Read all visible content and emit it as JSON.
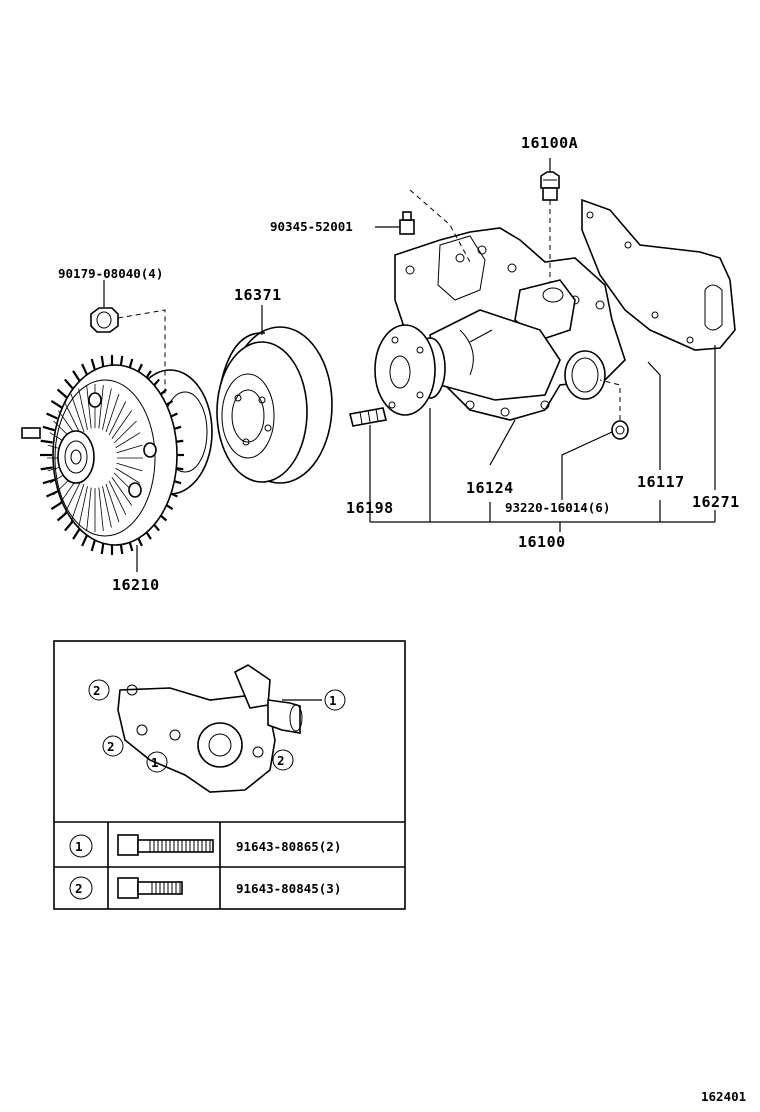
{
  "labels": {
    "p16100A": "16100A",
    "p90345": "90345-52001",
    "p90179": "90179-08040(4)",
    "p16371": "16371",
    "p16124": "16124",
    "p16117": "16117",
    "p16271": "16271",
    "p16198": "16198",
    "p93220": "93220-16014(6)",
    "p16100": "16100",
    "p16210": "16210"
  },
  "inset": {
    "callouts": [
      "1",
      "2"
    ],
    "rows": [
      {
        "marker": "1",
        "part": "91643-80865(2)"
      },
      {
        "marker": "2",
        "part": "91643-80845(3)"
      }
    ]
  },
  "footer": {
    "code": "162401"
  },
  "icons": [
    "fan-clutch-drawing",
    "pulley-drawing",
    "water-pump-drawing",
    "gasket-drawing",
    "bolt-icon",
    "stud-icon",
    "nut-icon",
    "plug-icon"
  ]
}
